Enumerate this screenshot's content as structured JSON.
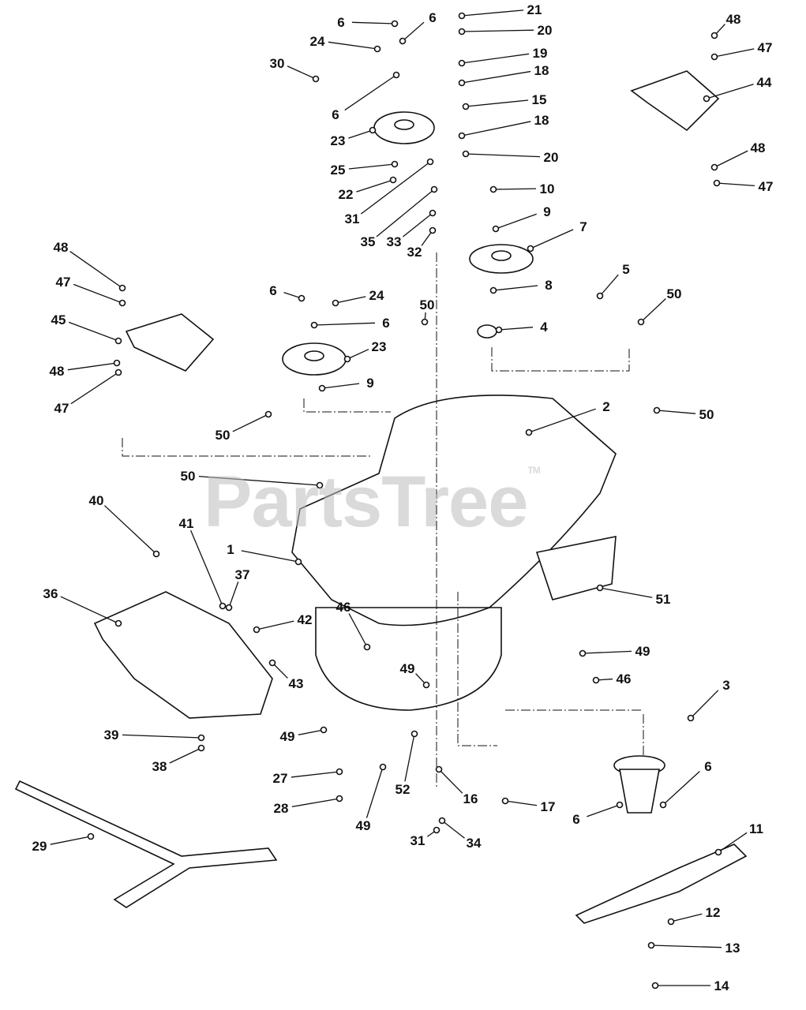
{
  "watermark": {
    "text": "PartsTree",
    "trademark": "TM"
  },
  "callouts": [
    "6",
    "24",
    "6",
    "21",
    "20",
    "19",
    "30",
    "18",
    "6",
    "15",
    "18",
    "23",
    "20",
    "25",
    "22",
    "10",
    "31",
    "9",
    "35",
    "33",
    "32",
    "7",
    "48",
    "6",
    "24",
    "8",
    "5",
    "50",
    "47",
    "50",
    "6",
    "4",
    "45",
    "23",
    "9",
    "48",
    "47",
    "2",
    "50",
    "50",
    "50",
    "40",
    "41",
    "1",
    "37",
    "36",
    "51",
    "42",
    "46",
    "49",
    "49",
    "43",
    "46",
    "3",
    "39",
    "49",
    "38",
    "6",
    "27",
    "52",
    "16",
    "28",
    "17",
    "6",
    "29",
    "49",
    "31",
    "34",
    "11",
    "12",
    "13",
    "14",
    "48",
    "47",
    "44",
    "48",
    "47"
  ]
}
